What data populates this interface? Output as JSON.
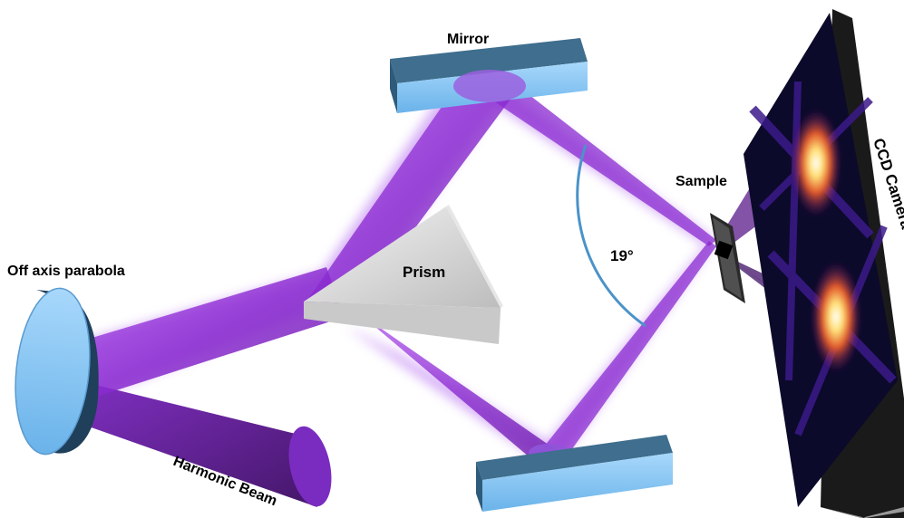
{
  "labels": {
    "mirror_top": "Mirror",
    "sample": "Sample",
    "ccd_camera": "CCD Camera",
    "off_axis_parabola": "Off axis parabola",
    "prism": "Prism",
    "angle": "19°",
    "harmonic_beam": "Harmonic Beam"
  },
  "colors": {
    "mirror_face": "#8fc8f4",
    "mirror_edge": "#2f5b7a",
    "beam": "#9b30d9",
    "angle_arc": "#4a93c9",
    "ccd_panel": "#0b0a2a",
    "ccd_frame": "#000000",
    "diffraction": "#ffe27a"
  }
}
